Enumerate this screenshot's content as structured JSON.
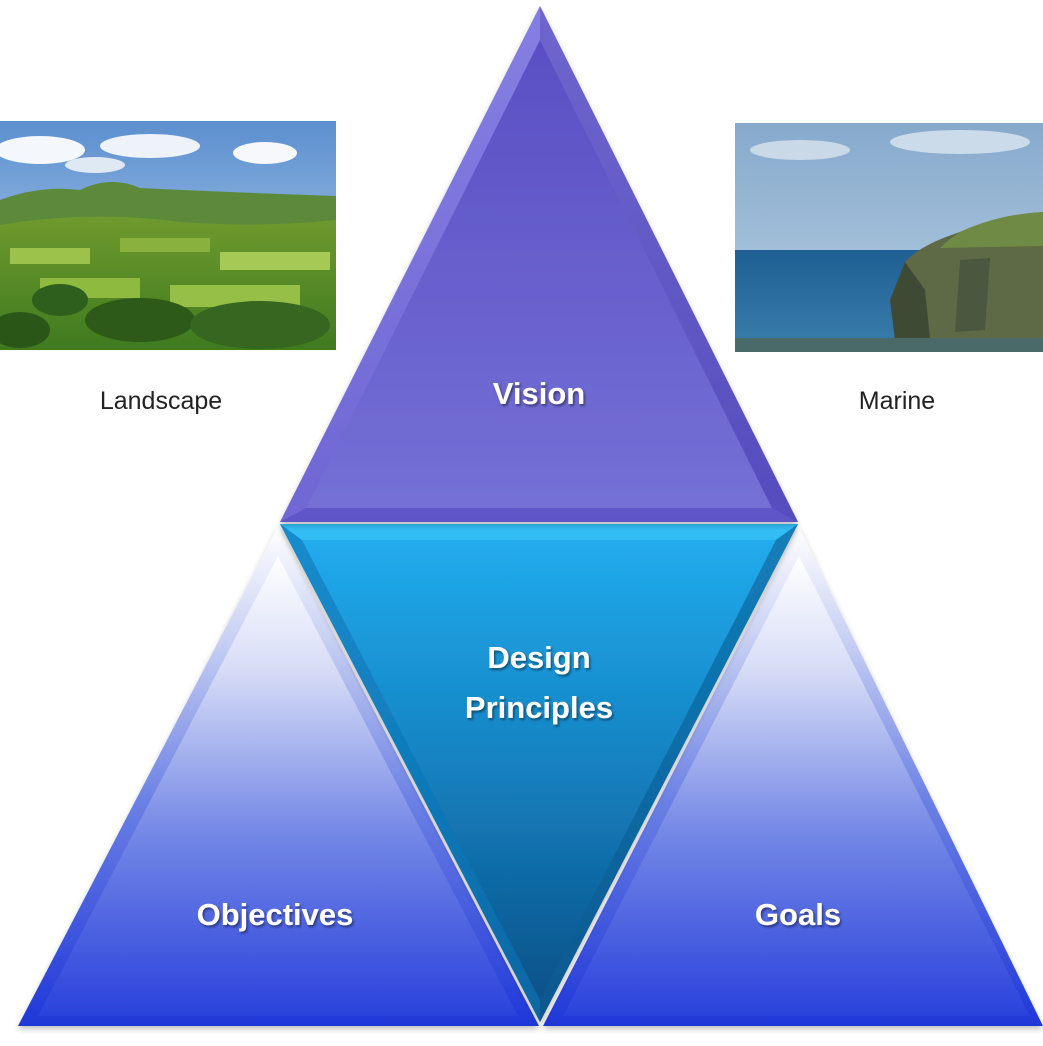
{
  "diagram": {
    "top_triangle": {
      "label": "Vision",
      "color": "#6b63cf"
    },
    "center_triangle": {
      "line1": "Design",
      "line2": "Principles",
      "color": "#1a8fd0"
    },
    "left_triangle": {
      "label": "Objectives",
      "color": "#2b44dc"
    },
    "right_triangle": {
      "label": "Goals",
      "color": "#2b44dc"
    },
    "left_image": {
      "caption": "Landscape",
      "subject": "green rolling hills under a blue sky with clouds"
    },
    "right_image": {
      "caption": "Marine",
      "subject": "sea cliffs along a blue ocean coastline"
    }
  }
}
